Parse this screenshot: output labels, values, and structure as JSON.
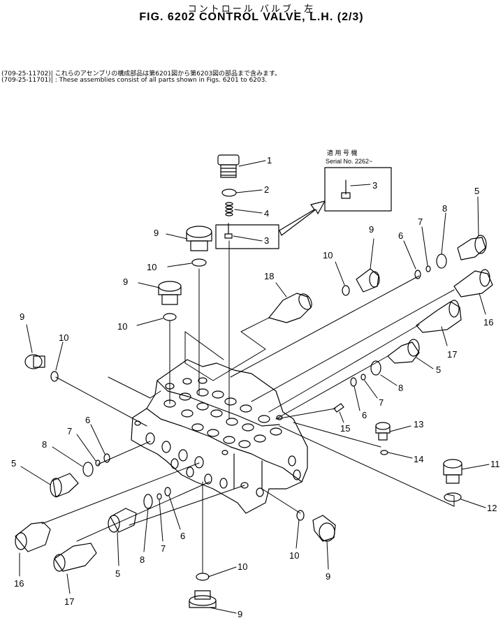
{
  "header": {
    "title_jp": "コントロール バルブ，左",
    "title": "FIG. 6202  CONTROL VALVE, L.H. (2/3)"
  },
  "notes": [
    {
      "part_no": "(709-25-11702)|",
      "text": "これらのアセンブリの構成部品は第6201図から第6203図の部品まで含みます。"
    },
    {
      "part_no": "(709-25-11701)|",
      "text": ": These assemblies consist of all parts shown in Figs. 6201 to 6203."
    }
  ],
  "serial_box": {
    "jp": "適 用 号 機",
    "label": "Serial No. 2262~",
    "item": "3"
  },
  "callouts": [
    {
      "id": "c1",
      "label": "1"
    },
    {
      "id": "c2",
      "label": "2"
    },
    {
      "id": "c4",
      "label": "4"
    },
    {
      "id": "c3",
      "label": "3"
    },
    {
      "id": "c9a",
      "label": "9"
    },
    {
      "id": "c10a",
      "label": "10"
    },
    {
      "id": "c9b",
      "label": "9"
    },
    {
      "id": "c10b",
      "label": "10"
    },
    {
      "id": "c9c",
      "label": "9"
    },
    {
      "id": "c10c",
      "label": "10"
    },
    {
      "id": "c18",
      "label": "18"
    },
    {
      "id": "c10d",
      "label": "10"
    },
    {
      "id": "c9d",
      "label": "9"
    },
    {
      "id": "c6a",
      "label": "6"
    },
    {
      "id": "c7a",
      "label": "7"
    },
    {
      "id": "c8a",
      "label": "8"
    },
    {
      "id": "c5a",
      "label": "5"
    },
    {
      "id": "c16a",
      "label": "16"
    },
    {
      "id": "c17a",
      "label": "17"
    },
    {
      "id": "c5b",
      "label": "5"
    },
    {
      "id": "c8b",
      "label": "8"
    },
    {
      "id": "c7b",
      "label": "7"
    },
    {
      "id": "c6b",
      "label": "6"
    },
    {
      "id": "c15",
      "label": "15"
    },
    {
      "id": "c13",
      "label": "13"
    },
    {
      "id": "c14",
      "label": "14"
    },
    {
      "id": "c11",
      "label": "11"
    },
    {
      "id": "c12",
      "label": "12"
    },
    {
      "id": "c7c",
      "label": "7"
    },
    {
      "id": "c6c",
      "label": "6"
    },
    {
      "id": "c8c",
      "label": "8"
    },
    {
      "id": "c5c",
      "label": "5"
    },
    {
      "id": "c16b",
      "label": "16"
    },
    {
      "id": "c17b",
      "label": "17"
    },
    {
      "id": "c5d",
      "label": "5"
    },
    {
      "id": "c8d",
      "label": "8"
    },
    {
      "id": "c7d",
      "label": "7"
    },
    {
      "id": "c6d",
      "label": "6"
    },
    {
      "id": "c10e",
      "label": "10"
    },
    {
      "id": "c9e",
      "label": "9"
    },
    {
      "id": "c10f",
      "label": "10"
    },
    {
      "id": "c9f",
      "label": "9"
    }
  ]
}
